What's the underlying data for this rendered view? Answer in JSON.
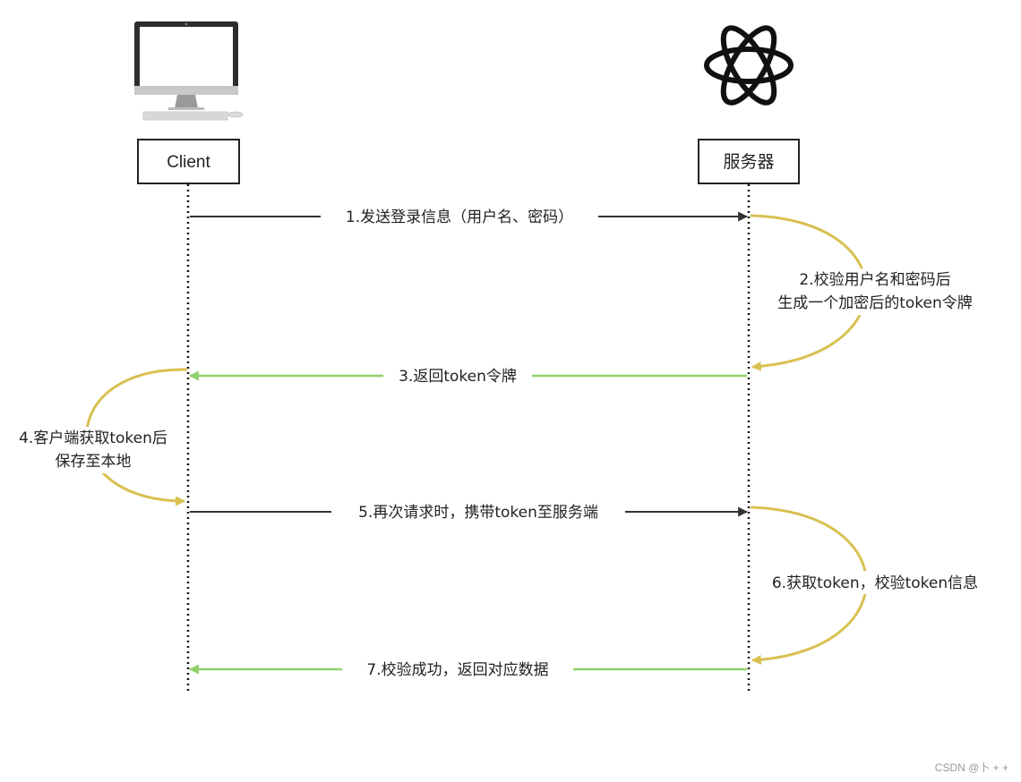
{
  "participants": {
    "client": {
      "label": "Client",
      "icon": "desktop-computer-icon"
    },
    "server": {
      "label": "服务器",
      "icon": "atom-icon"
    }
  },
  "messages": [
    {
      "id": 1,
      "label": "1.发送登录信息（用户名、密码）",
      "from": "client",
      "to": "server",
      "color": "#333333"
    },
    {
      "id": 2,
      "lines": [
        "2.校验用户名和密码后",
        "生成一个加密后的token令牌"
      ],
      "from": "server",
      "to": "server",
      "color": "#d8c050"
    },
    {
      "id": 3,
      "label": "3.返回token令牌",
      "from": "server",
      "to": "client",
      "color": "#8fd16a"
    },
    {
      "id": 4,
      "lines": [
        "4.客户端获取token后",
        "保存至本地"
      ],
      "from": "client",
      "to": "client",
      "color": "#d8c050"
    },
    {
      "id": 5,
      "label": "5.再次请求时，携带token至服务端",
      "from": "client",
      "to": "server",
      "color": "#333333"
    },
    {
      "id": 6,
      "label": "6.获取token，校验token信息",
      "from": "server",
      "to": "server",
      "color": "#d8c050"
    },
    {
      "id": 7,
      "label": "7.校验成功，返回对应数据",
      "from": "server",
      "to": "client",
      "color": "#8fd16a"
    }
  ],
  "watermark": "CSDN @卜 + +"
}
